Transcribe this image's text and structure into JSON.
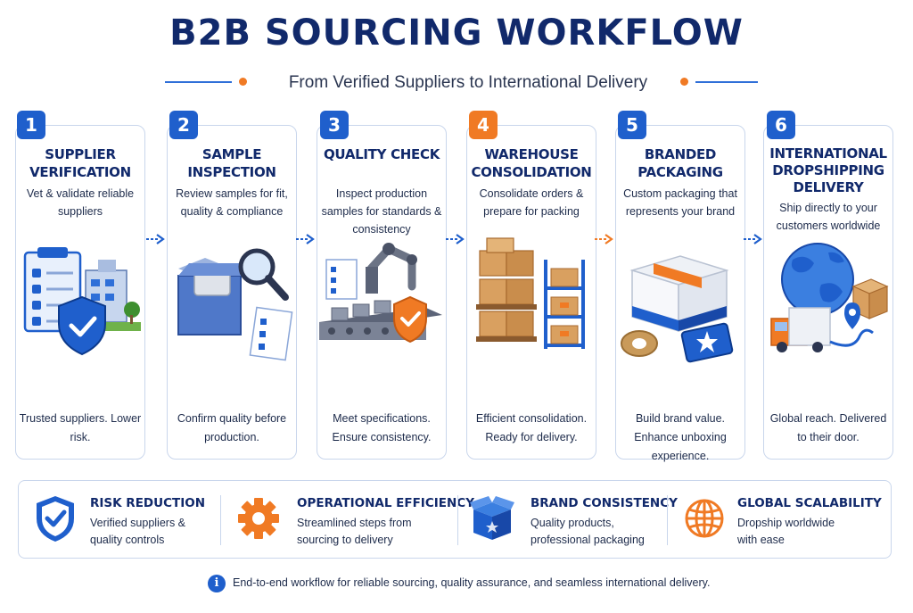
{
  "header": {
    "title": "B2B SOURCING WORKFLOW",
    "subtitle": "From Verified Suppliers to International Delivery"
  },
  "steps": [
    {
      "number": "1",
      "title": "SUPPLIER VERIFICATION",
      "desc": "Vet & validate reliable suppliers",
      "foot": "Trusted suppliers. Lower risk."
    },
    {
      "number": "2",
      "title": "SAMPLE INSPECTION",
      "desc": "Review samples for fit, quality & compliance",
      "foot": "Confirm quality before production."
    },
    {
      "number": "3",
      "title": "QUALITY CHECK",
      "desc": "Inspect production samples for standards & consistency",
      "foot": "Meet specifications. Ensure consistency."
    },
    {
      "number": "4",
      "title": "WAREHOUSE CONSOLIDATION",
      "desc": "Consolidate orders & prepare for packing",
      "foot": "Efficient consolidation. Ready for delivery."
    },
    {
      "number": "5",
      "title": "BRANDED PACKAGING",
      "desc": "Custom packaging that represents your brand",
      "foot": "Build brand value. Enhance unboxing experience."
    },
    {
      "number": "6",
      "title": "INTERNATIONAL DROPSHIPPING DELIVERY",
      "desc": "Ship directly to your customers worldwide",
      "foot": "Global reach. Delivered to their door."
    }
  ],
  "benefits": [
    {
      "title": "RISK REDUCTION",
      "desc_line1": "Verified suppliers &",
      "desc_line2": "quality controls",
      "icon": "shield-check-icon"
    },
    {
      "title": "OPERATIONAL EFFICIENCY",
      "desc_line1": "Streamlined steps from",
      "desc_line2": "sourcing to delivery",
      "icon": "gear-icon"
    },
    {
      "title": "BRAND CONSISTENCY",
      "desc_line1": "Quality products,",
      "desc_line2": "professional packaging",
      "icon": "box-icon"
    },
    {
      "title": "GLOBAL SCALABILITY",
      "desc_line1": "Dropship worldwide",
      "desc_line2": "with ease",
      "icon": "globe-icon"
    }
  ],
  "footer": {
    "icon": "info-icon",
    "text": "End-to-end workflow for reliable sourcing, quality assurance, and seamless international delivery."
  },
  "colors": {
    "primary_blue": "#1f5fcc",
    "navy": "#11296b",
    "accent_orange": "#f07a24",
    "card_border": "#c9d6ec"
  }
}
